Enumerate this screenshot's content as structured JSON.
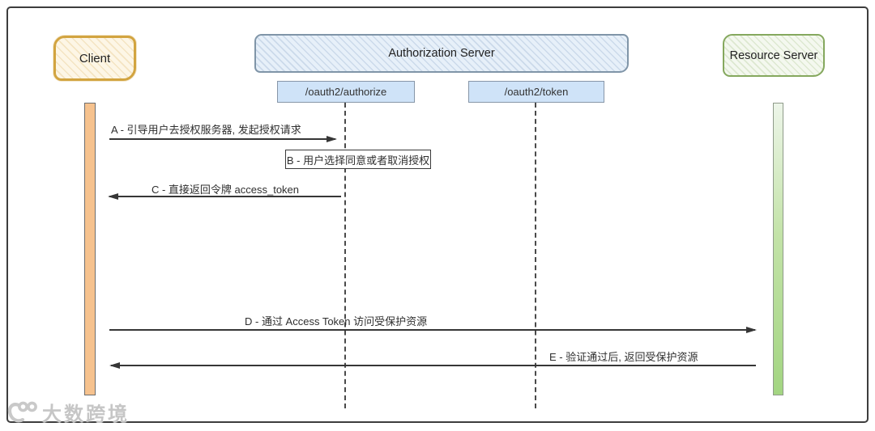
{
  "diagram": {
    "type": "sequence-diagram",
    "actors": {
      "client": {
        "label": "Client"
      },
      "auth_server": {
        "label": "Authorization Server"
      },
      "resource_server": {
        "label": "Resource Server"
      }
    },
    "endpoints": {
      "authorize": {
        "label": "/oauth2/authorize",
        "parent": "Authorization Server"
      },
      "token": {
        "label": "/oauth2/token",
        "parent": "Authorization Server"
      }
    },
    "messages": {
      "a": {
        "label": "A - 引导用户去授权服务器, 发起授权请求",
        "from": "Client",
        "to": "/oauth2/authorize",
        "direction": "right"
      },
      "b": {
        "label": "B - 用户选择同意或者取消授权",
        "type": "note",
        "on": "/oauth2/authorize"
      },
      "c": {
        "label": "C - 直接返回令牌 access_token",
        "from": "/oauth2/authorize",
        "to": "Client",
        "direction": "left"
      },
      "d": {
        "label": "D - 通过 Access Token 访问受保护资源",
        "from": "Client",
        "to": "Resource Server",
        "direction": "right"
      },
      "e": {
        "label": "E - 验证通过后, 返回受保护资源",
        "from": "Resource Server",
        "to": "Client",
        "direction": "left"
      }
    },
    "colors": {
      "client_border": "#d2a440",
      "client_fill": "#fdf6e6",
      "client_activation": "#f6c28e",
      "auth_border": "#8095a8",
      "auth_fill": "#e7f0f9",
      "endpoint_fill": "#cfe3f8",
      "resource_border": "#85a85e",
      "resource_fill": "#f4f8ef",
      "resource_activation": "#a3d582",
      "line": "#363636",
      "frame_border": "#3d3d3d"
    },
    "watermark": {
      "text": "大数跨境",
      "icon": "hundred-swoosh-icon"
    }
  }
}
